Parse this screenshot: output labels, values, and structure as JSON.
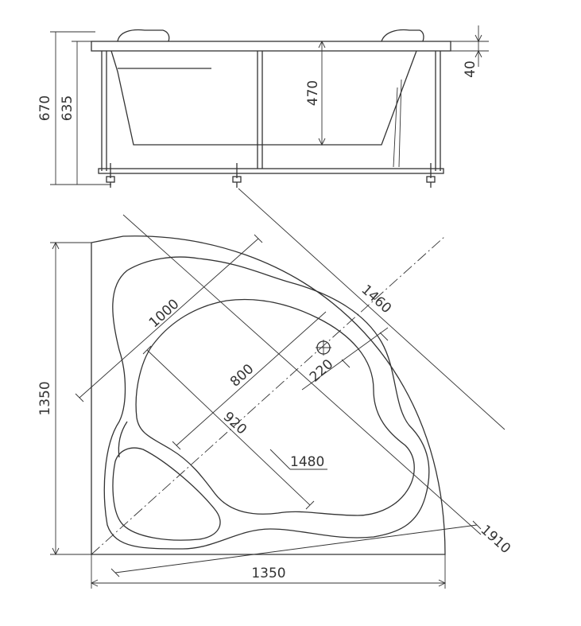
{
  "side_view": {
    "dim_total_height": "670",
    "dim_body_height": "635",
    "dim_depth": "470",
    "dim_rim": "40"
  },
  "plan_view": {
    "dim_width": "1350",
    "dim_height": "1350",
    "dim_diagonal_outer": "1460",
    "dim_1000": "1000",
    "dim_800": "800",
    "dim_920": "920",
    "dim_220": "220",
    "dim_1480": "1480",
    "dim_1910": "1910"
  }
}
